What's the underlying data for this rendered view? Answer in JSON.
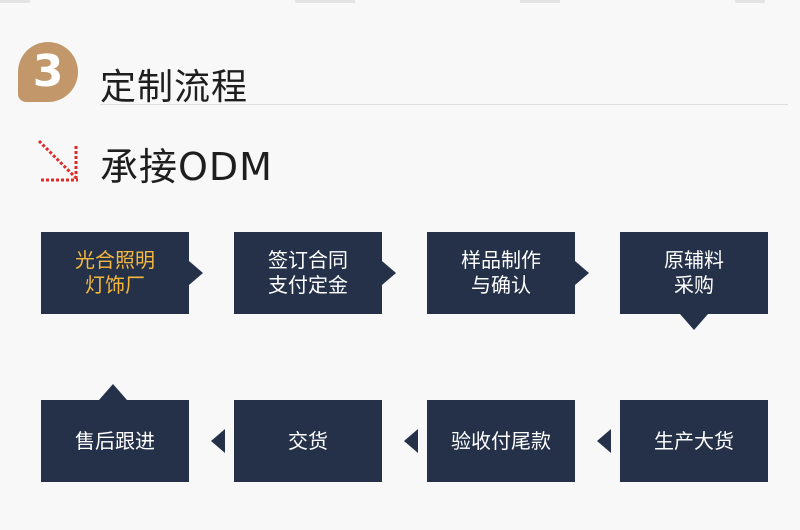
{
  "section": {
    "number": "3",
    "title": "定制流程",
    "subtitle": "承接ODM"
  },
  "colors": {
    "badge": "#c2976a",
    "step_background": "#243149",
    "step_text": "#ffffff",
    "highlight_text": "#f5b83d",
    "arrow_icon": "#e02b2b"
  },
  "steps": [
    {
      "label": "光合照明\n灯饰厂",
      "highlight": true
    },
    {
      "label": "签订合同\n支付定金"
    },
    {
      "label": "样品制作\n与确认"
    },
    {
      "label": "原辅料\n采购"
    },
    {
      "label": "生产大货"
    },
    {
      "label": "验收付尾款"
    },
    {
      "label": "交货"
    },
    {
      "label": "售后跟进"
    }
  ]
}
